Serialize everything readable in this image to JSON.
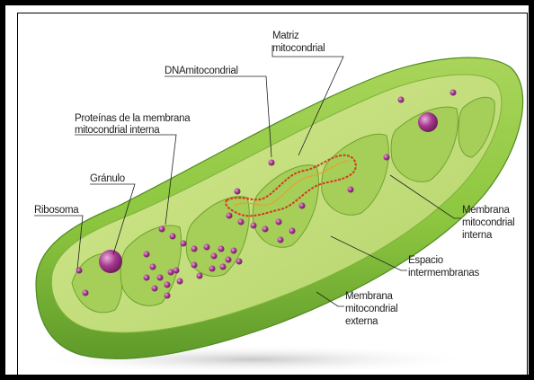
{
  "labels": {
    "matriz": [
      "Matriz",
      "mitocondrial"
    ],
    "dna": [
      "DNAmitocondrial"
    ],
    "proteinas": [
      "Proteínas de la membrana",
      "mitocondrial interna"
    ],
    "granulo": [
      "Gránulo"
    ],
    "ribosoma": [
      "Ribosoma"
    ],
    "membrana_interna": [
      "Membrana",
      "mitocondrial",
      "interna"
    ],
    "espacio": [
      "Espacio",
      "intermembranas"
    ],
    "membrana_externa": [
      "Membrana",
      "mitocondrial",
      "externa"
    ]
  },
  "colors": {
    "outer_membrane": "#8cc63f",
    "outer_dark": "#5f9a2a",
    "inner_fill": "#c3de7e",
    "cristae": "#a6cf5a",
    "granule": "#9c2f86",
    "ribosome": "#b24a98",
    "dna": "#d43b1e",
    "leader": "#222222"
  }
}
